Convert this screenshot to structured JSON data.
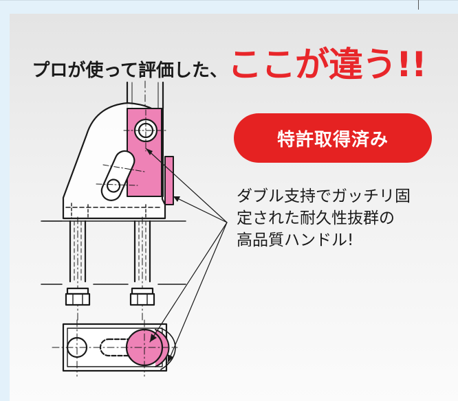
{
  "headline": {
    "lead": "プロが使って評価した、",
    "emphasis": "ここが違う!!"
  },
  "badge": {
    "label": "特許取得済み"
  },
  "description": {
    "lines": [
      "ダブル支持でガッチリ固",
      "定された耐久性抜群の",
      "高品質ハンドル!"
    ]
  },
  "colors": {
    "accent_red": "#e52222",
    "highlight_pink": "#ee82b6",
    "line": "#1a1a1a"
  }
}
